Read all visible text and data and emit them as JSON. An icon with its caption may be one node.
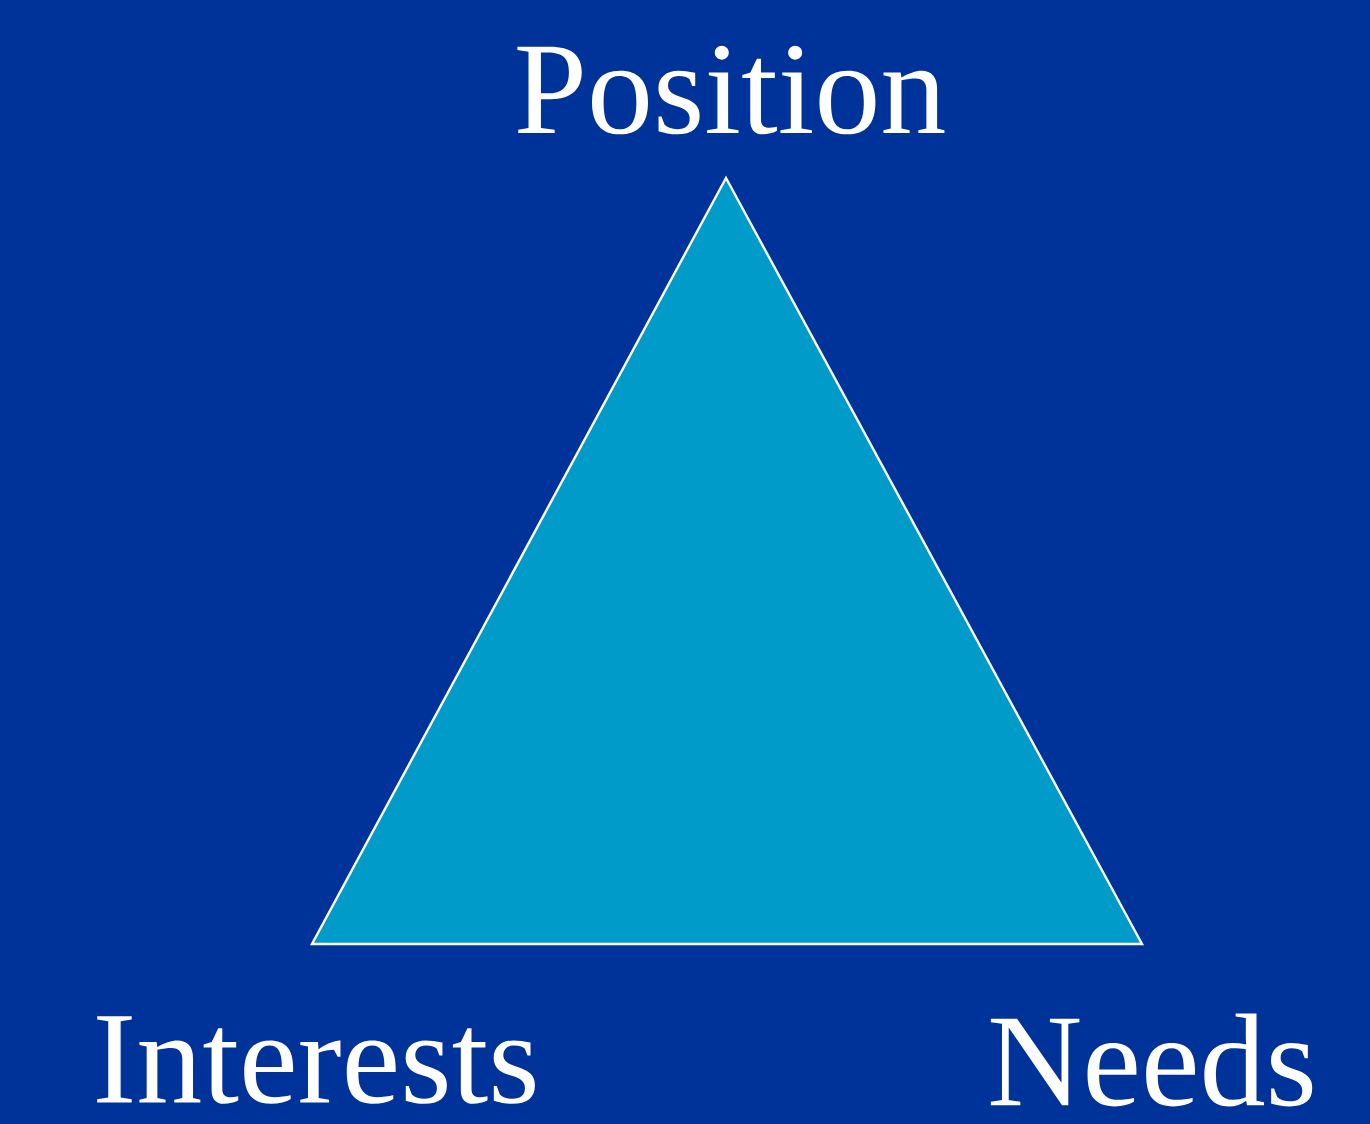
{
  "diagram": {
    "labels": [
      "Position",
      "Interests",
      "Needs"
    ]
  }
}
